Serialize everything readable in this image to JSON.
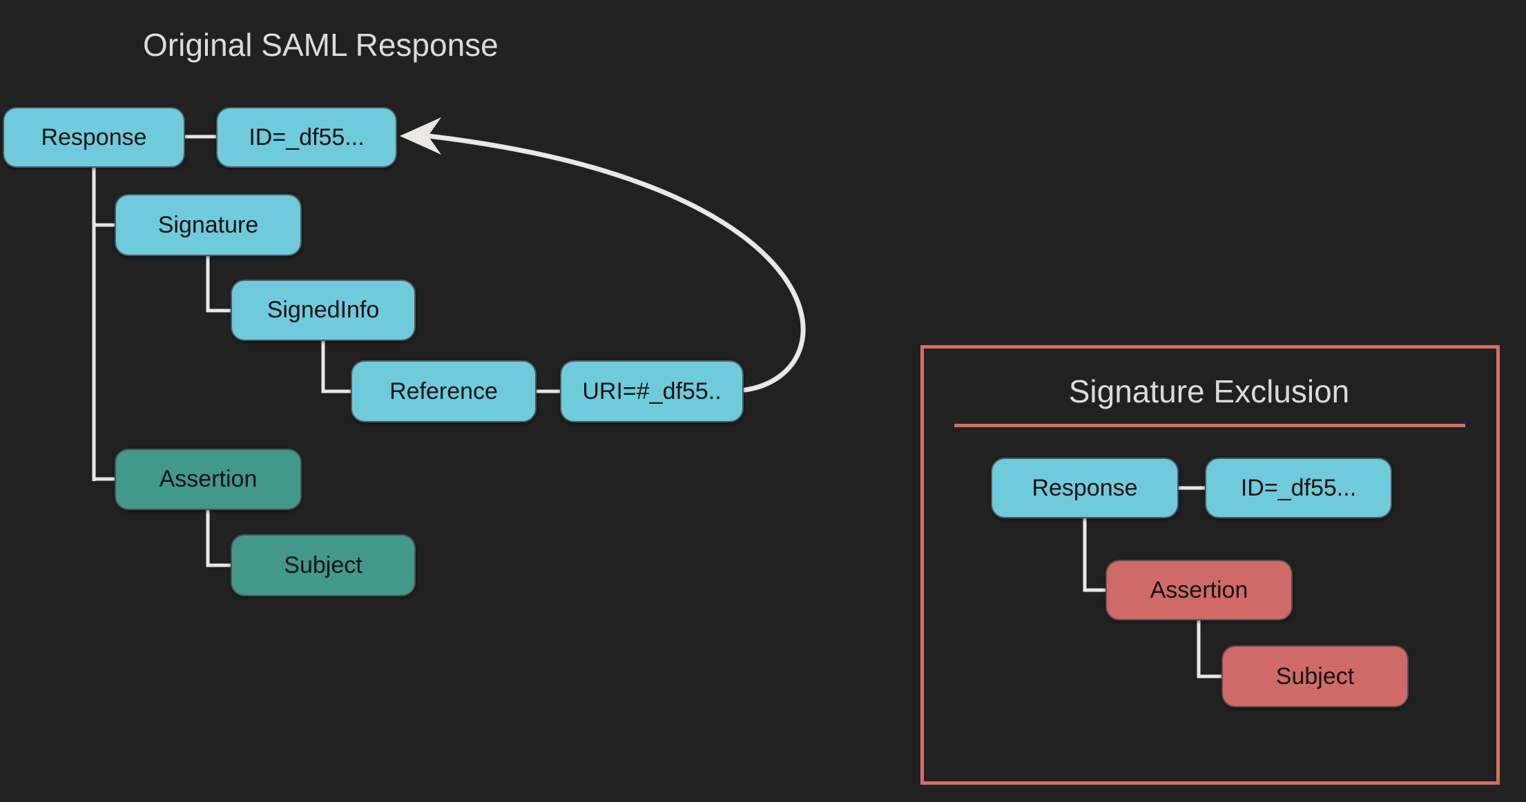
{
  "colors": {
    "background": "#212121",
    "cyan_node": "#6FCBDC",
    "teal_node": "#42988A",
    "red_node": "#CF6A66",
    "panel_border": "#D06E68",
    "connector": "#EAE8E5",
    "node_text": "#121212",
    "title_text": "#DDDCDA"
  },
  "left_diagram": {
    "title": "Original SAML Response",
    "nodes": {
      "response": {
        "label": "Response",
        "color": "cyan"
      },
      "id": {
        "label": "ID=_df55...",
        "color": "cyan"
      },
      "signature": {
        "label": "Signature",
        "color": "cyan"
      },
      "signedinfo": {
        "label": "SignedInfo",
        "color": "cyan"
      },
      "reference": {
        "label": "Reference",
        "color": "cyan"
      },
      "uri": {
        "label": "URI=#_df55..",
        "color": "cyan"
      },
      "assertion": {
        "label": "Assertion",
        "color": "teal"
      },
      "subject": {
        "label": "Subject",
        "color": "teal"
      }
    },
    "edges": [
      {
        "from": "response",
        "to": "id"
      },
      {
        "from": "response",
        "to": "signature"
      },
      {
        "from": "response",
        "to": "assertion"
      },
      {
        "from": "signature",
        "to": "signedinfo"
      },
      {
        "from": "signedinfo",
        "to": "reference"
      },
      {
        "from": "reference",
        "to": "uri"
      },
      {
        "from": "assertion",
        "to": "subject"
      }
    ],
    "reference_arrow": {
      "from": "uri",
      "to": "id",
      "style": "curved-white-arrow"
    }
  },
  "exclusion_panel": {
    "title": "Signature Exclusion",
    "nodes": {
      "response": {
        "label": "Response",
        "color": "cyan"
      },
      "id": {
        "label": "ID=_df55...",
        "color": "cyan"
      },
      "assertion": {
        "label": "Assertion",
        "color": "red"
      },
      "subject": {
        "label": "Subject",
        "color": "red"
      }
    },
    "edges": [
      {
        "from": "response",
        "to": "id"
      },
      {
        "from": "response",
        "to": "assertion"
      },
      {
        "from": "assertion",
        "to": "subject"
      }
    ]
  }
}
